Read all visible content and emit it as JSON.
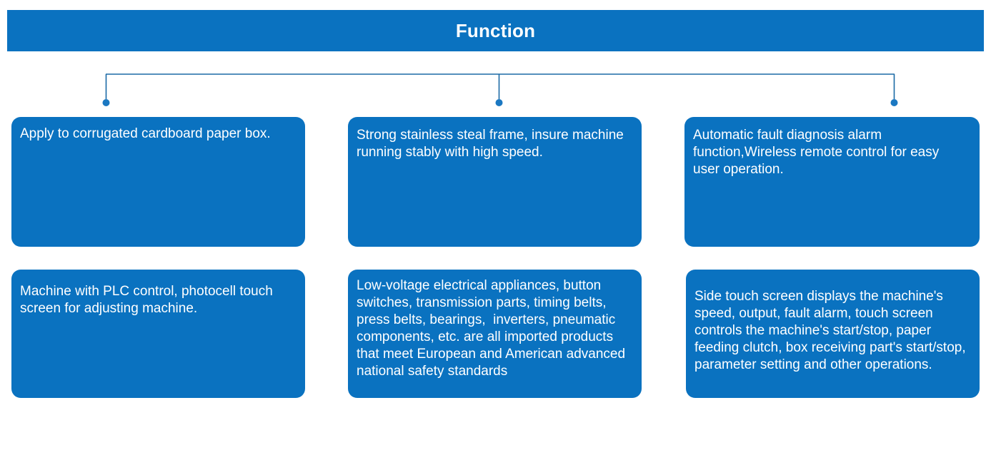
{
  "header": {
    "title": "Function",
    "background_color": "#0a72c0",
    "text_color": "#ffffff"
  },
  "connector": {
    "line_color": "#1b6aa5",
    "dot_color": "#1b78c2",
    "branch_count": 3
  },
  "cards": {
    "card_background": "#0a72c0",
    "card_text_color": "#ffffff",
    "items": [
      {
        "id": "apply-to-corrugated-cardboard-paper-box",
        "text": "Apply to corrugated cardboard paper box."
      },
      {
        "id": "strong-stainless-steal-frame",
        "text": "Strong stainless steal frame, insure machine running stably with high speed."
      },
      {
        "id": "automatic-fault-diagnosis-alarm",
        "text": "Automatic fault diagnosis alarm function,Wireless remote control for easy user operation."
      },
      {
        "id": "machine-with-plc-control",
        "text": "Machine with PLC control, photocell touch screen for adjusting machine."
      },
      {
        "id": "low-voltage-electrical-appliances",
        "text": "Low-voltage electrical appliances, button switches, transmission parts, timing belts, press belts, bearings,  inverters, pneumatic components, etc. are all imported products that meet European and American advanced national safety standards"
      },
      {
        "id": "side-touch-screen-displays",
        "text": "Side touch screen displays the machine's speed, output, fault alarm, touch screen controls the machine's start/stop, paper feeding clutch, box receiving part's start/stop, parameter setting and other operations."
      }
    ]
  }
}
